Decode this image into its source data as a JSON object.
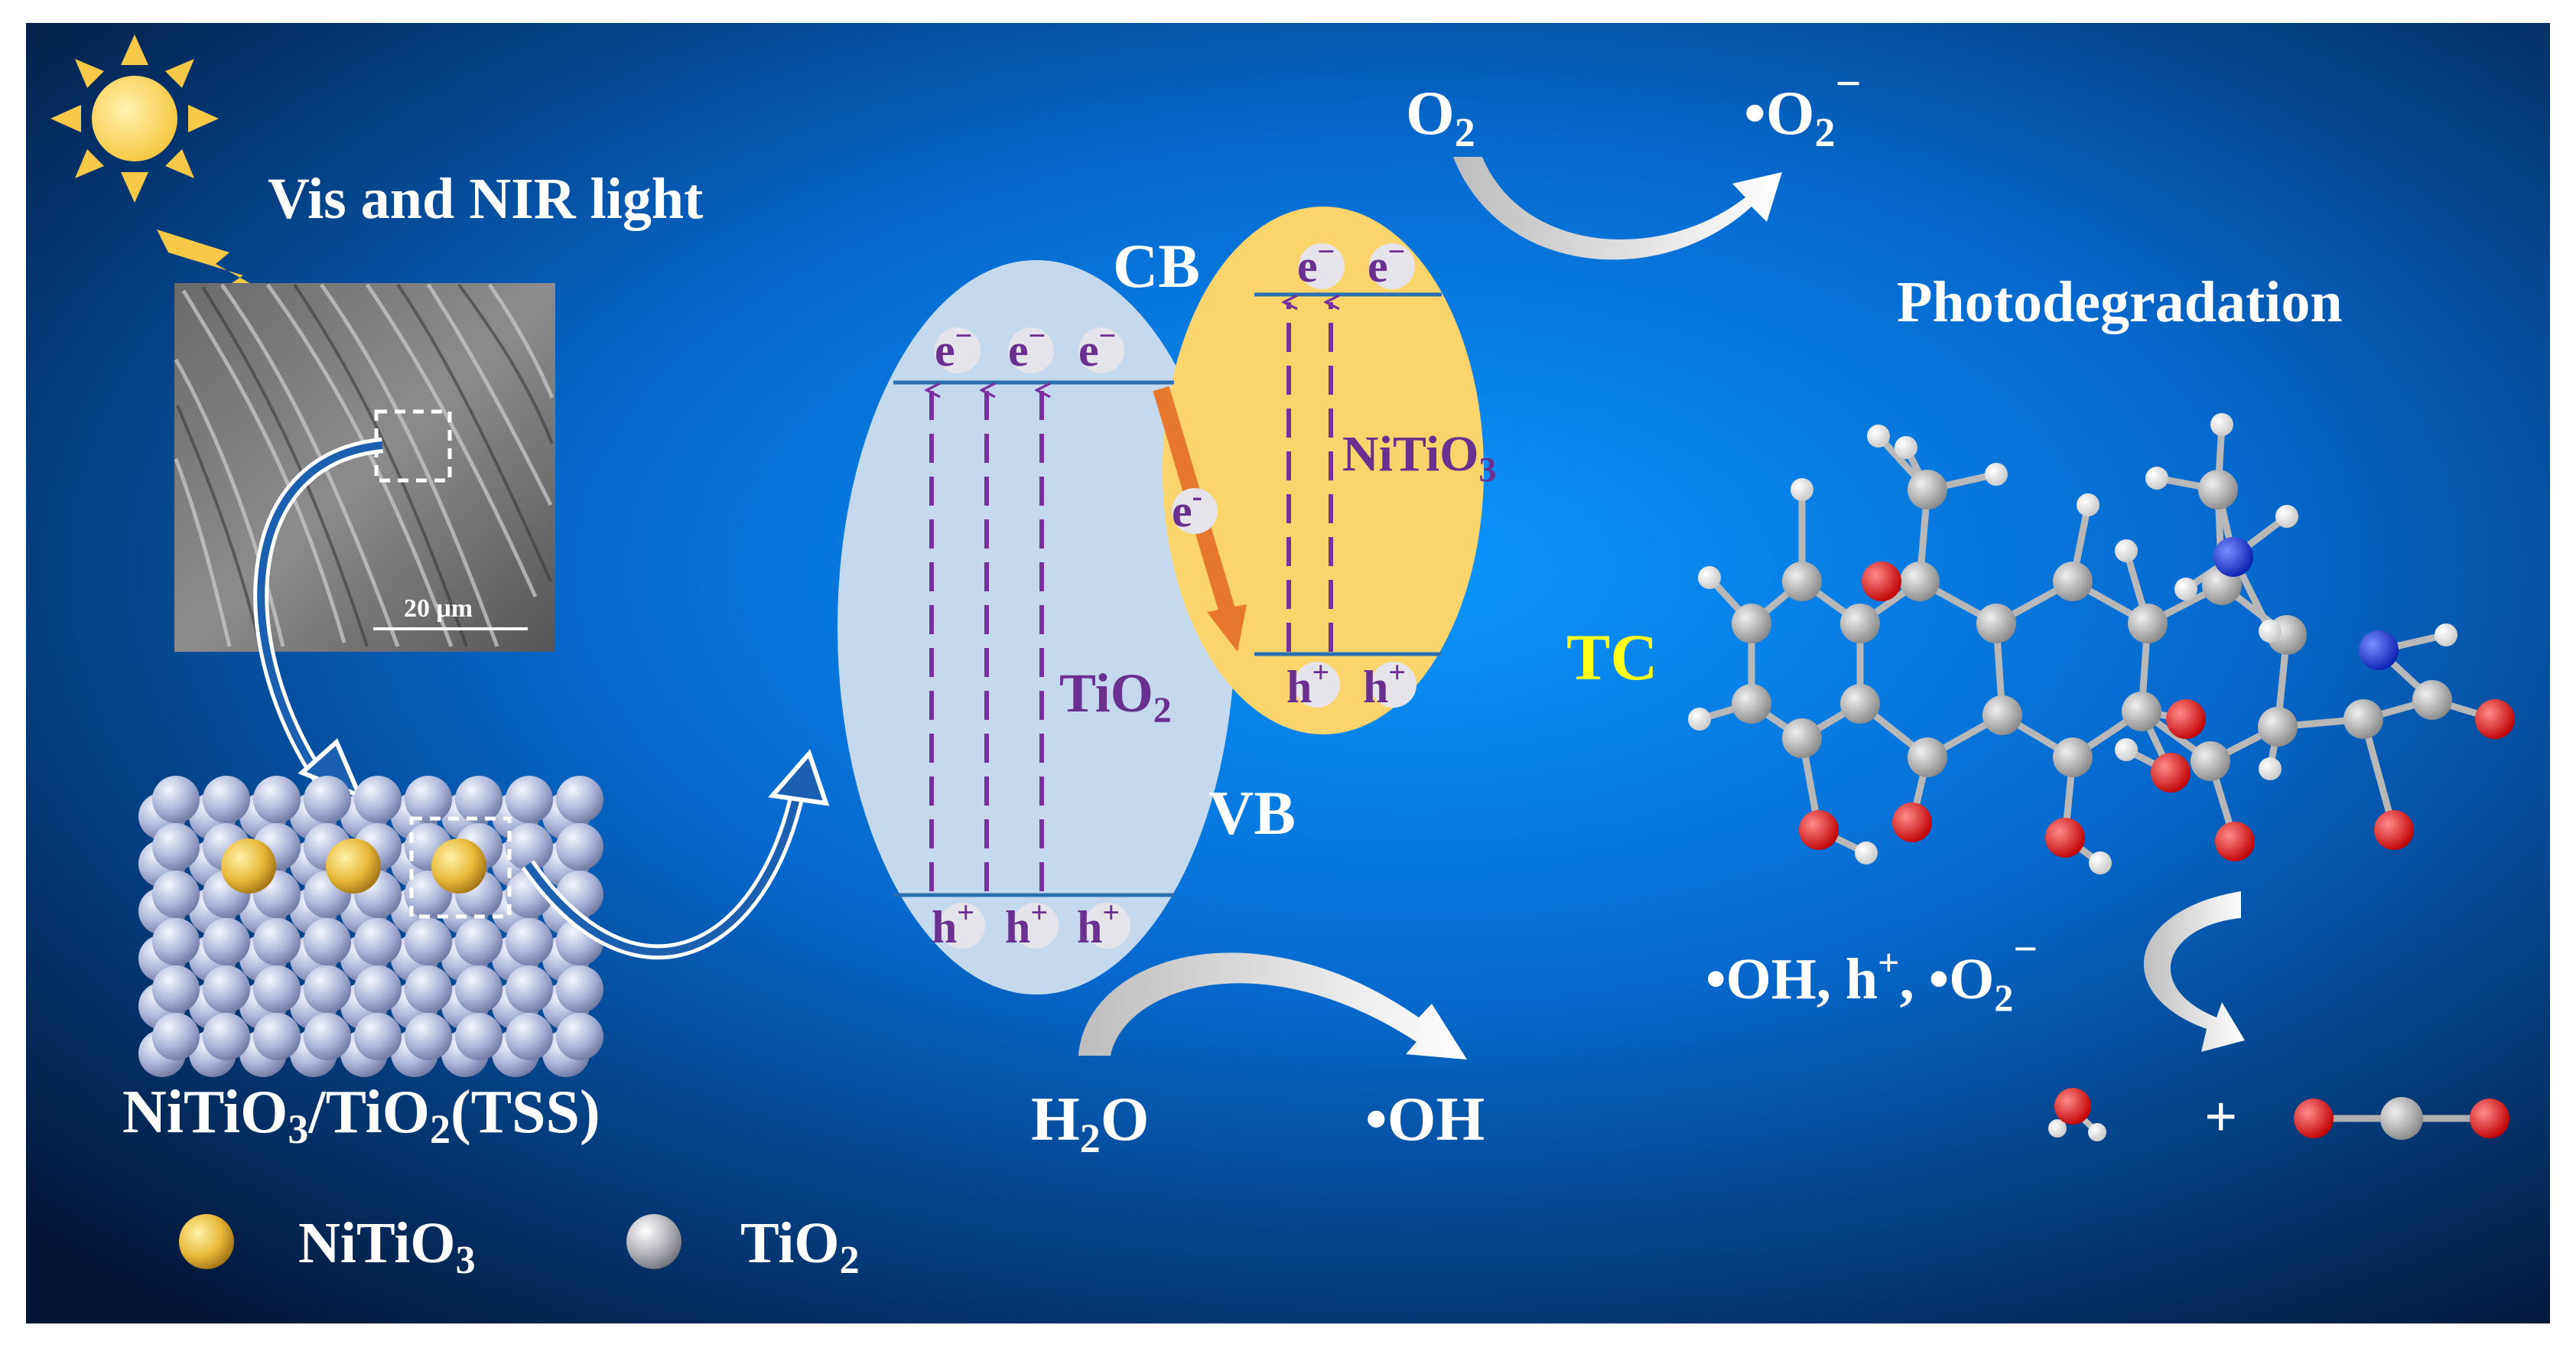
{
  "light": {
    "label": "Vis and NIR light"
  },
  "sem": {
    "scale_label": "20  μm"
  },
  "composite": {
    "name_a": "NiTiO",
    "sub_a": "3",
    "name_b": "/TiO",
    "sub_b": "2",
    "name_c": "(TSS)"
  },
  "legend": {
    "nitio3": {
      "label": "NiTiO",
      "sub": "3"
    },
    "tio2": {
      "label": "TiO",
      "sub": "2"
    }
  },
  "bands": {
    "cb_label": "CB",
    "vb_label": "VB",
    "tio2_label": "TiO",
    "tio2_sub": "2",
    "nitio3_label": "NiTiO",
    "nitio3_sub": "3",
    "electron": "e",
    "electron_sup": "−",
    "hole": "h",
    "hole_sup": "+",
    "transfer_electron": "e",
    "transfer_sup": "-"
  },
  "reactions": {
    "o2": "O",
    "o2_sub": "2",
    "superoxide": "•O",
    "superoxide_sub": "2",
    "superoxide_sup": "−",
    "water": "H",
    "water_sub": "2",
    "water_tail": "O",
    "hydroxyl": "•OH"
  },
  "degradation": {
    "title": "Photodegradation",
    "tc_label": "TC",
    "species_a": "•OH, h",
    "species_a_sup": "+",
    "species_b": ", •O",
    "species_b_sub": "2",
    "species_b_sup": "−",
    "plus": "+"
  },
  "colors": {
    "bg_center": "#0a8cf5",
    "bg_edge": "#04123a",
    "tio2_ellipse": "#c5d9ee",
    "nitio3_ellipse": "#fcd46c",
    "transfer_arrow": "#e8772e",
    "band_line": "#2b6fb3",
    "excite_arrow": "#7b2f9e",
    "atom_c": "#a8a8a8",
    "atom_o": "#e01010",
    "atom_n": "#1030d0",
    "atom_h": "#f0f0f0"
  }
}
